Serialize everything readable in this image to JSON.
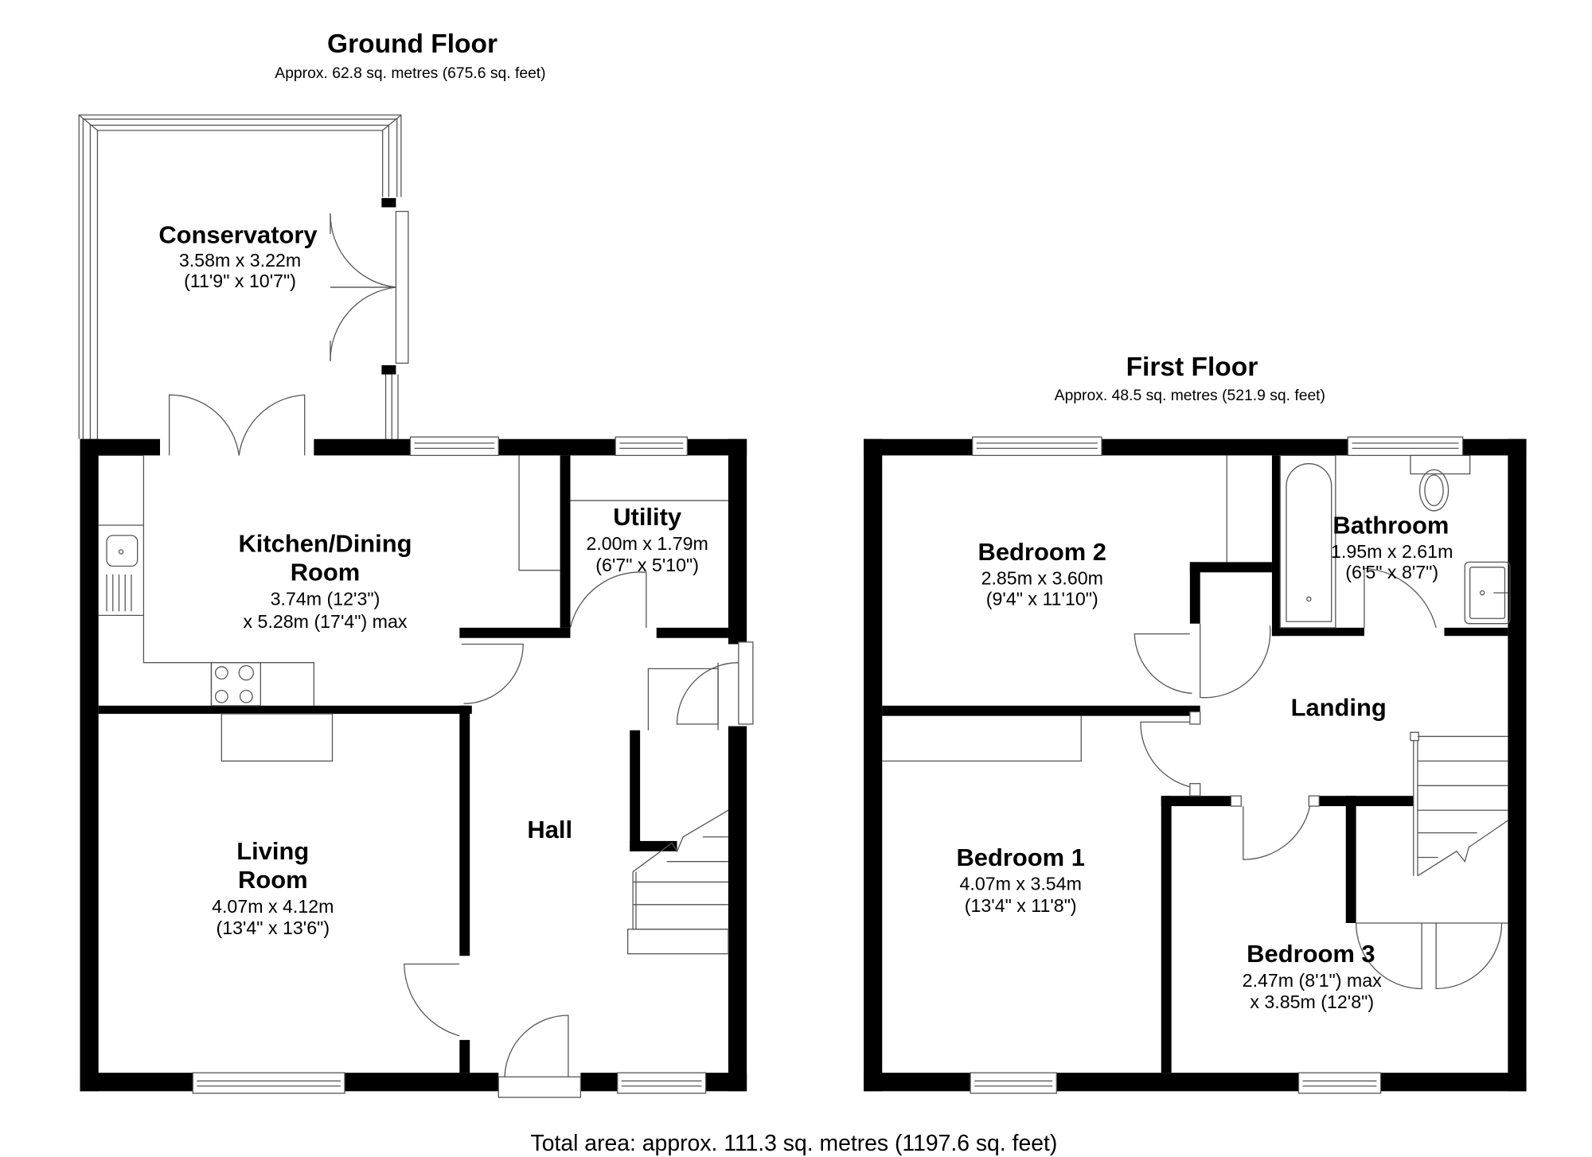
{
  "ground_floor": {
    "title": "Ground Floor",
    "area": "Approx. 62.8 sq. metres (675.6 sq. feet)",
    "rooms": {
      "conservatory": {
        "name": "Conservatory",
        "line1": "3.58m x 3.22m",
        "line2": "(11'9\" x 10'7\")"
      },
      "kitchen": {
        "name_line1": "Kitchen/Dining",
        "name_line2": "Room",
        "line1": "3.74m (12'3\")",
        "line2": "x 5.28m (17'4\") max"
      },
      "utility": {
        "name": "Utility",
        "line1": "2.00m x 1.79m",
        "line2": "(6'7\" x 5'10\")"
      },
      "living": {
        "name_line1": "Living",
        "name_line2": "Room",
        "line1": "4.07m x 4.12m",
        "line2": "(13'4\" x 13'6\")"
      },
      "hall": {
        "name": "Hall"
      }
    }
  },
  "first_floor": {
    "title": "First Floor",
    "area": "Approx. 48.5 sq. metres (521.9 sq. feet)",
    "rooms": {
      "bedroom2": {
        "name": "Bedroom 2",
        "line1": "2.85m x 3.60m",
        "line2": "(9'4\" x 11'10\")"
      },
      "bathroom": {
        "name": "Bathroom",
        "line1": "1.95m x 2.61m",
        "line2": "(6'5\" x 8'7\")"
      },
      "landing": {
        "name": "Landing"
      },
      "bedroom1": {
        "name": "Bedroom 1",
        "line1": "4.07m x 3.54m",
        "line2": "(13'4\" x 11'8\")"
      },
      "bedroom3": {
        "name": "Bedroom 3",
        "line1": "2.47m (8'1\") max",
        "line2": "x 3.85m (12'8\")"
      }
    }
  },
  "total_area": "Total area: approx. 111.3 sq. metres (1197.6 sq. feet)",
  "colors": {
    "wall": "#000000",
    "line": "#555555",
    "background": "#ffffff"
  }
}
